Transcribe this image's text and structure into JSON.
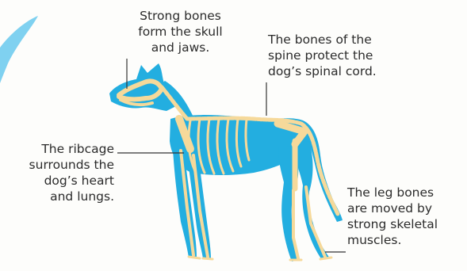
{
  "labels": {
    "skull": "Strong bones\nform the skull\nand jaws.",
    "spine": "The bones of the\nspine protect the\ndog’s spinal cord.",
    "ribcage": "The ribcage\nsurrounds the\ndog’s heart\nand lungs.",
    "legs": "The leg bones\nare moved by\nstrong skeletal\nmuscles."
  },
  "colors": {
    "body": "#23aee0",
    "bone": "#f6d99a",
    "leader_line": "#333333",
    "background": "#fdfdfb"
  }
}
